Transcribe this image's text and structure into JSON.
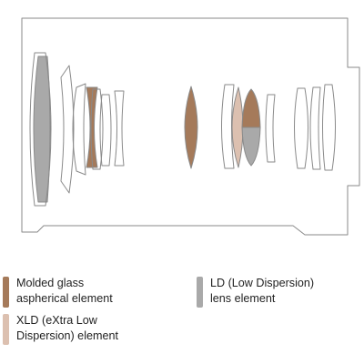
{
  "colors": {
    "molded": "#a57a5a",
    "xld": "#dcc0b0",
    "ld": "#a9a9a9",
    "outline": "#8a8a8a"
  },
  "legend": {
    "molded": {
      "line1": "Molded glass",
      "line2": "aspherical element"
    },
    "xld": {
      "line1": "XLD (eXtra Low",
      "line2": "Dispersion) element"
    },
    "ld": {
      "line1": "LD (Low Dispersion)",
      "line2": "lens element"
    }
  }
}
